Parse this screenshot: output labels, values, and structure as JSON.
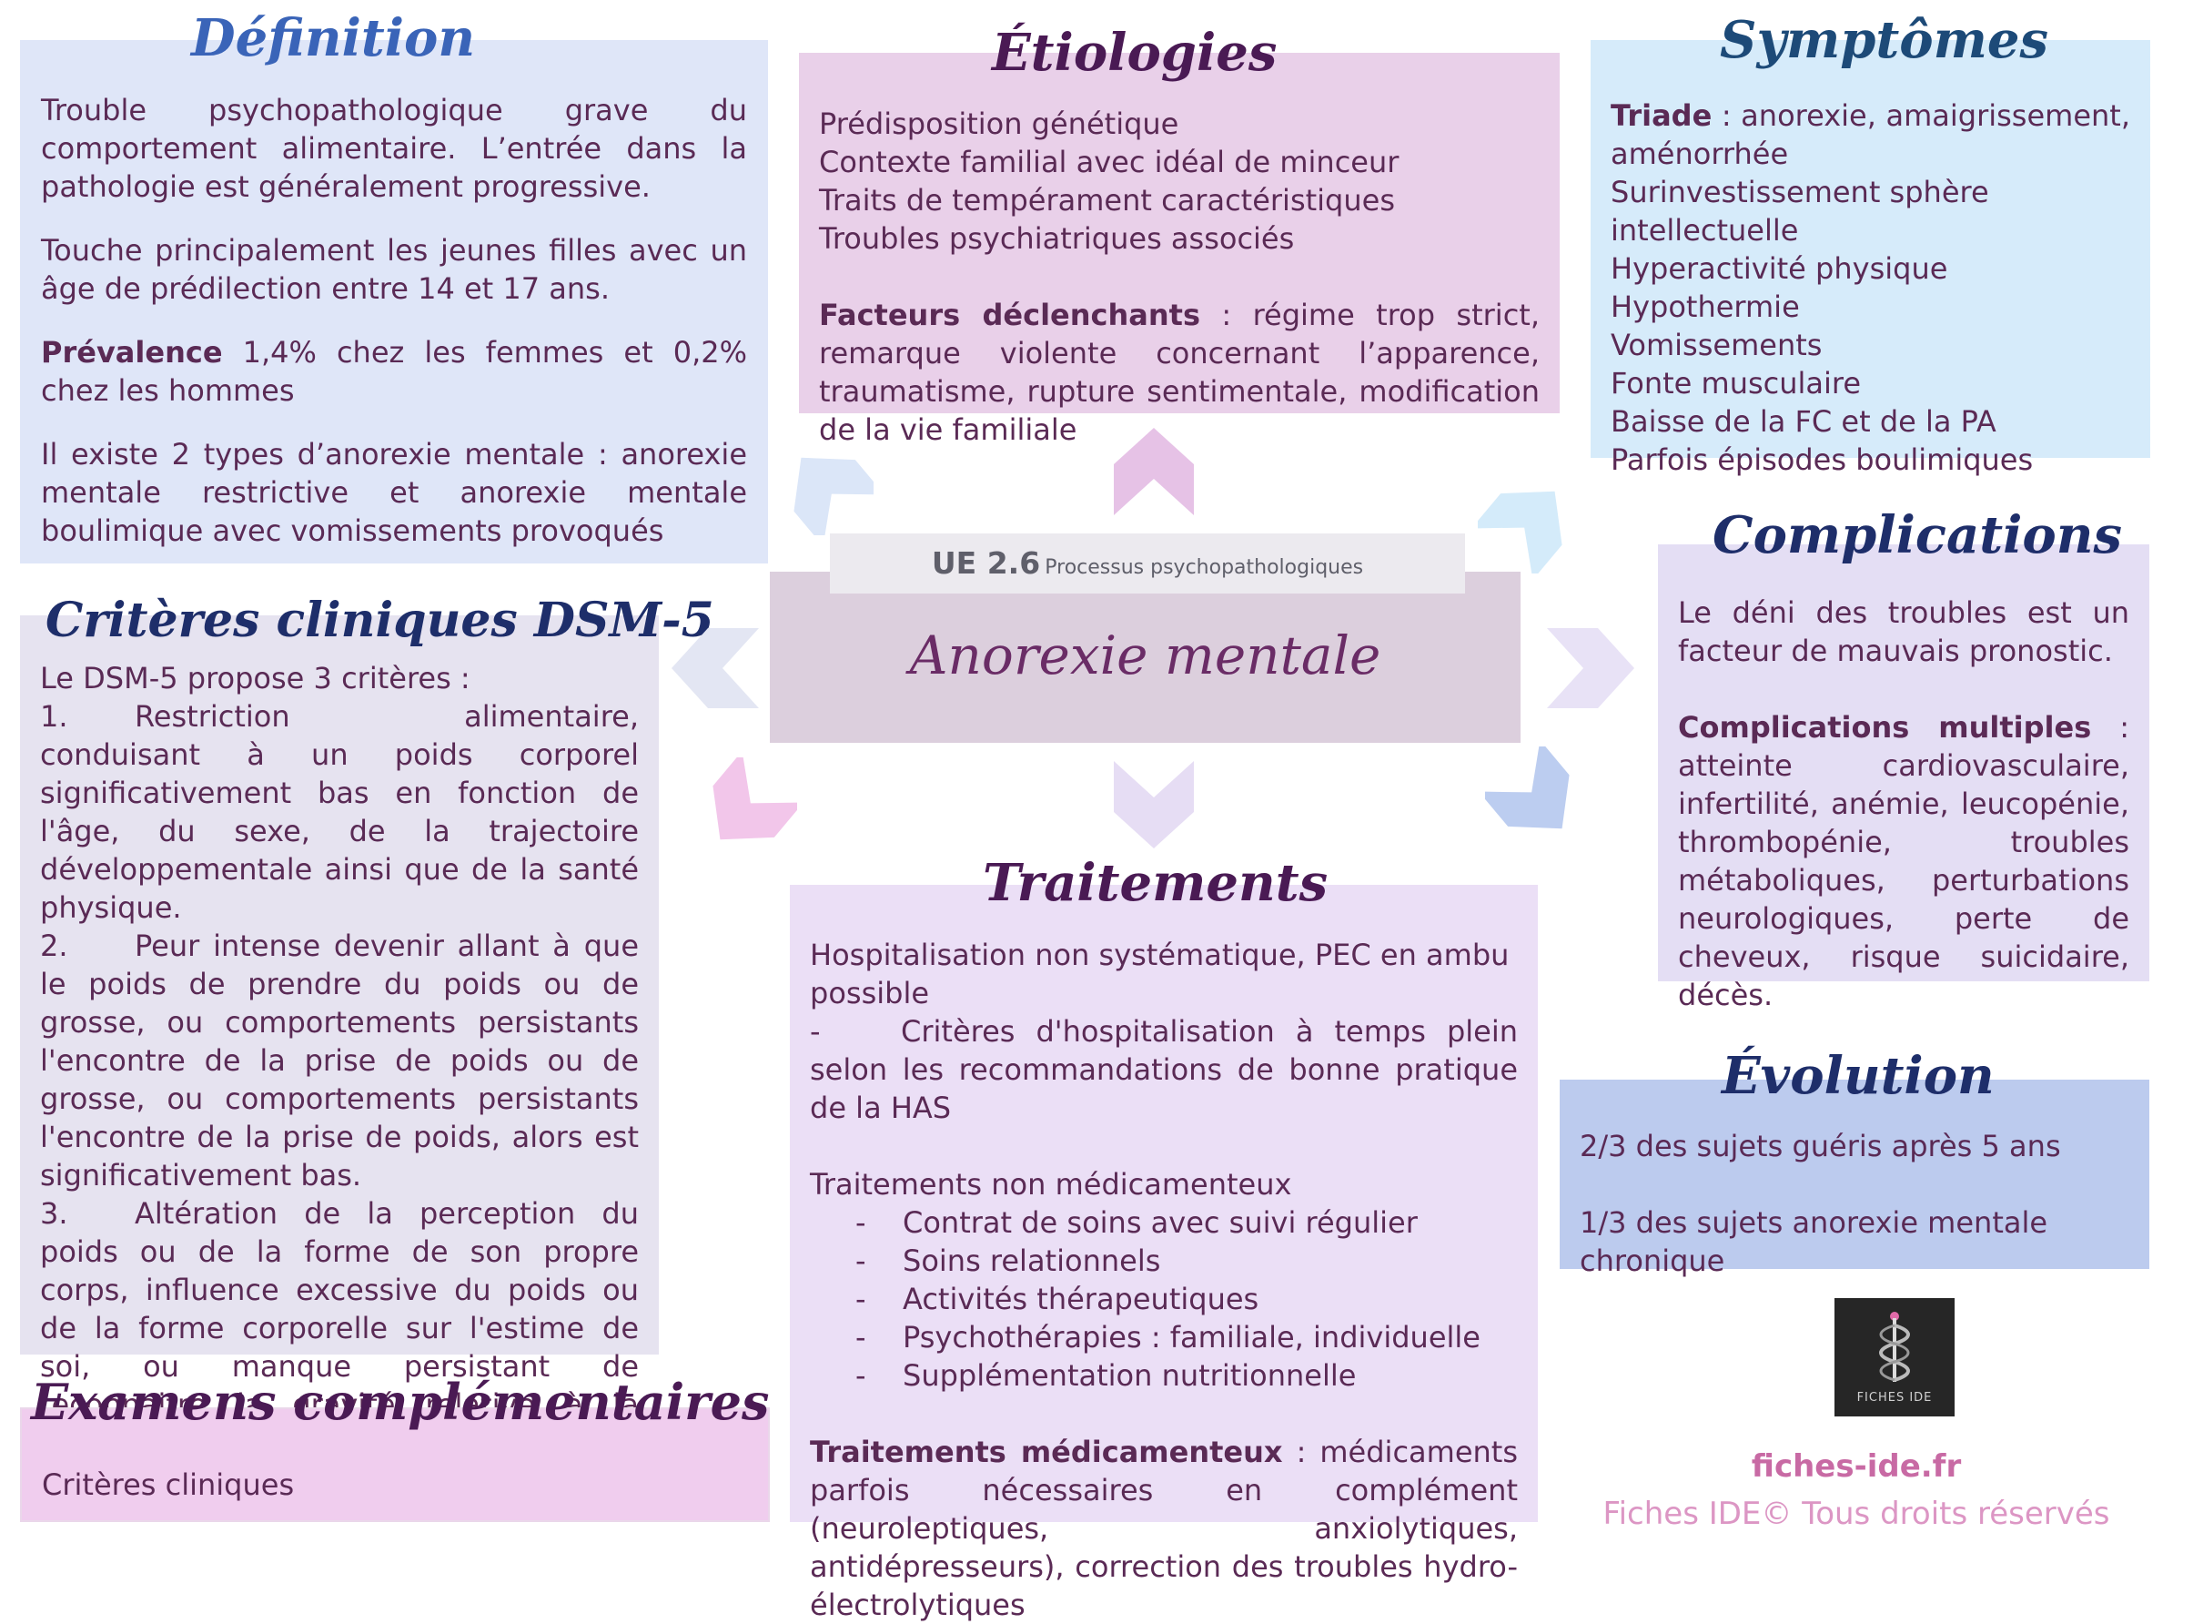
{
  "definition": {
    "title": "Définition",
    "p1": "Trouble psychopathologique grave du comportement alimentaire. L’entrée dans la pathologie est généralement progressive.",
    "p2": "Touche principalement les jeunes filles avec un âge de prédilection entre 14 et 17 ans.",
    "p3_bold": "Prévalence",
    "p3_rest": " 1,4% chez les femmes et 0,2% chez les hommes",
    "p4": "Il existe 2 types d’anorexie mentale : anorexie mentale restrictive et anorexie mentale boulimique avec vomissements provoqués"
  },
  "etiologies": {
    "title": "Étiologies",
    "items": [
      "Prédisposition génétique",
      "Contexte familial avec idéal de minceur",
      "Traits de tempérament caractéristiques",
      "Troubles psychiatriques associés"
    ],
    "declench_bold": "Facteurs déclenchants",
    "declench_rest": " : régime trop strict, remarque violente concernant l’apparence, traumatisme, rupture sentimentale, modification de la vie familiale"
  },
  "symptomes": {
    "title": "Symptômes",
    "triade_bold": "Triade",
    "triade_rest": " : anorexie, amaigrissement, aménorrhée",
    "items": [
      "Surinvestissement sphère intellectuelle",
      "Hyperactivité physique",
      "Hypothermie",
      "Vomissements",
      "Fonte musculaire",
      "Baisse de la FC et de la PA",
      "Parfois épisodes boulimiques"
    ]
  },
  "center": {
    "ue_code": "UE 2.6",
    "ue_label": "Processus psychopathologiques",
    "title": "Anorexie mentale"
  },
  "criteres": {
    "title": "Critères cliniques DSM-5",
    "intro": "Le DSM-5 propose 3 critères :",
    "items": [
      {
        "num": "1.",
        "text": "Restriction alimentaire, conduisant à un poids corporel significativement bas en fonction de l'âge, du sexe, de la trajectoire développementale ainsi que de la santé physique."
      },
      {
        "num": "2.",
        "text": "Peur intense devenir allant à que le poids de prendre du poids ou de grosse, ou comportements persistants l'encontre de la prise de poids ou de grosse, ou comportements persistants l'encontre de la prise de poids, alors est significativement bas."
      },
      {
        "num": "3.",
        "text": "Altération de la perception du poids ou de la forme de son propre corps, influence excessive du poids ou de la forme corporelle sur l'estime de soi, ou manque persistant de reconnaitre la gravité relative à la maigreur actuelle."
      }
    ]
  },
  "complications": {
    "title": "Complications",
    "p1": "Le déni des troubles est un facteur de mauvais pronostic.",
    "p2_bold": "Complications multiples",
    "p2_rest": " : atteinte cardiovasculaire, infertilité, anémie, leucopénie, thrombopénie, troubles métaboliques, perturbations neurologiques, perte de cheveux, risque suicidaire, décès."
  },
  "traitements": {
    "title": "Traitements",
    "p1": "Hospitalisation non systématique, PEC en ambu possible",
    "dash1_mark": "-",
    "dash1_text": "Critères d'hospitalisation à temps plein selon les recommandations de bonne pratique de la HAS",
    "non_med_title": "Traitements non médicamenteux",
    "non_med_items": [
      "Contrat de soins avec suivi régulier",
      "Soins relationnels",
      "Activités thérapeutiques",
      "Psychothérapies : familiale, individuelle",
      "Supplémentation nutritionnelle"
    ],
    "med_bold": "Traitements médicamenteux",
    "med_rest": " : médicaments parfois nécessaires en complément (neuroleptiques, anxiolytiques, antidépresseurs), correction des troubles hydro-électrolytiques"
  },
  "evolution": {
    "title": "Évolution",
    "p1": "2/3 des sujets guéris après 5 ans",
    "p2": "1/3 des sujets anorexie mentale chronique"
  },
  "examens": {
    "title": "Examens complémentaires",
    "text": "Critères cliniques"
  },
  "footer": {
    "logo_text": "FICHES IDE",
    "site": "fiches-ide.fr",
    "rights": "Fiches IDE© Tous droits réservés"
  },
  "colors": {
    "definition_bg": "#dfe6f8",
    "etiologies_bg": "#e9d0e9",
    "symptomes_bg": "#d6ebfa",
    "criteres_bg": "#e6e3f0",
    "complications_bg": "#e4def4",
    "traitements_bg": "#ebdff6",
    "evolution_bg": "#bccbee",
    "examens_bg": "#f0cdee",
    "center_bg": "#dccfdd",
    "site_color": "#c86aa4",
    "rights_color": "#dc96c4"
  }
}
